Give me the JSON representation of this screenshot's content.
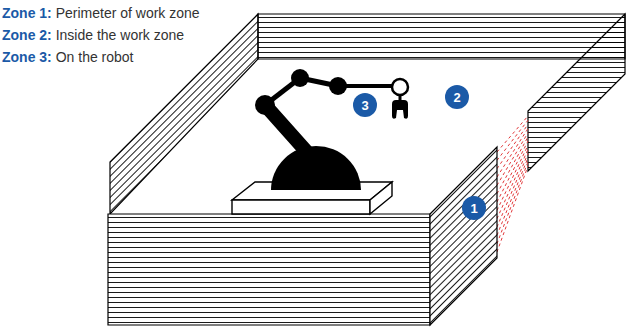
{
  "diagram": {
    "nodes": [
      {
        "text": [
          "3"
        ]
      },
      {
        "text": [
          "2"
        ]
      },
      {
        "text": [
          "1"
        ]
      }
    ],
    "labels": [
      "Zone 1:",
      "Perimeter of work zone",
      "Zone 2:",
      "Inside the work zone",
      "Zone 3:",
      "On the robot"
    ]
  }
}
